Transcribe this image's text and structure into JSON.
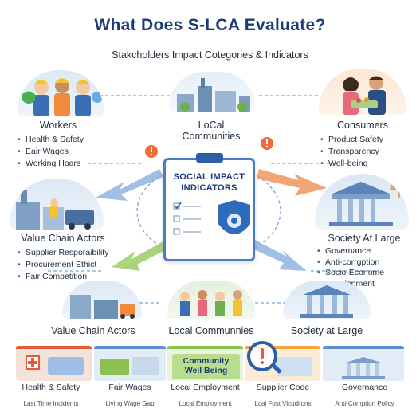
{
  "header": {
    "title": "What Does S-LCA Evaluate?",
    "subtitle": "Stakcholders  Impact Cotegories & Indicators"
  },
  "center": {
    "title_line1": "SOCIAL IMPACT",
    "title_line2": "INDICATORS"
  },
  "nodes": {
    "workers": {
      "label": "Workers",
      "items": [
        "Health & Safety",
        "Eair Wages",
        "Working Hoars"
      ]
    },
    "local_top": {
      "label_line1": "LoCal",
      "label_line2": "Communities"
    },
    "consumers": {
      "label": "Consumers",
      "items": [
        "Product Safety",
        "Transparency",
        "Well-being"
      ]
    },
    "value_chain": {
      "label": "Value Chain Actors",
      "items": [
        "Supplier Resporaibility",
        "Procurement Ethict",
        "Fair Competition"
      ]
    },
    "society": {
      "label": "Society At Large",
      "items": [
        "Governance",
        "Anti-corrgption",
        "Socio-Econome",
        "Development"
      ]
    },
    "bottom_value_chain": {
      "label": "Value Chain Actors"
    },
    "bottom_local": {
      "label": "Local Communnies"
    },
    "bottom_society": {
      "label": "Society at Large"
    }
  },
  "banners": [
    {
      "label": "Health & Safety",
      "sub": "Last Time Incidents",
      "color": "#e7593b"
    },
    {
      "label": "Fair Wages",
      "sub": "Living Wage Gap",
      "color": "#5b8fd0"
    },
    {
      "label": "Local Employment",
      "sub": "Local Employment",
      "overlay_line1": "Community",
      "overlay_line2": "Well Being",
      "color": "#8cc152"
    },
    {
      "label": "Supplier Code",
      "sub": "Lcal Fost Vicudilons",
      "color": "#f4a43a"
    },
    {
      "label": "Governance",
      "sub": "Anti-Comption Policy",
      "color": "#5b8fd0"
    }
  ],
  "colors": {
    "title": "#1c3b78",
    "accent_blue": "#2b5fa8",
    "orange": "#f08a3c",
    "green": "#8cc152"
  },
  "icons": [
    "shield-icon",
    "warning-pin-icon",
    "magnifier-icon",
    "clipboard-icon",
    "scales-icon",
    "gear-icon"
  ]
}
